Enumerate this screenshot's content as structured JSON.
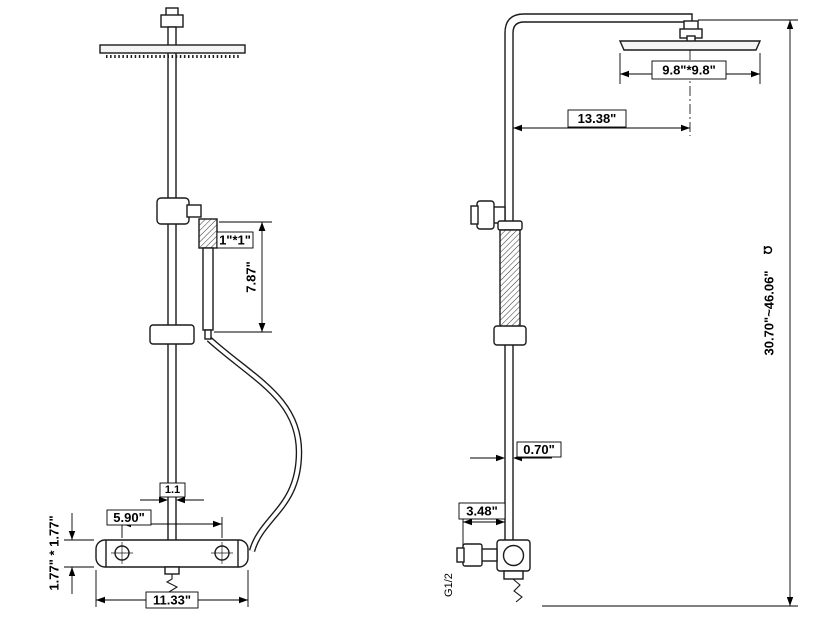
{
  "drawing": {
    "title": "shower-system-dimension-drawing",
    "labels": {
      "hand_shower_size": "1\"*1\"",
      "hand_shower_length": "7.87\"",
      "riser_width_front": "1.1",
      "handle_spacing": "5.90\"",
      "mixer_width": "11.33\"",
      "mixer_profile": "1.77\" * 1.77\"",
      "head_size": "9.8\"*9.8\"",
      "arm_reach": "13.38\"",
      "pipe_diameter": "0.70\"",
      "handle_length": "3.48\"",
      "thread": "G1/2",
      "overall_height": "30.70\"~46.06\"",
      "height_symbol": "℧"
    },
    "colors": {
      "line": "#1a1a1a",
      "background": "#ffffff"
    }
  }
}
